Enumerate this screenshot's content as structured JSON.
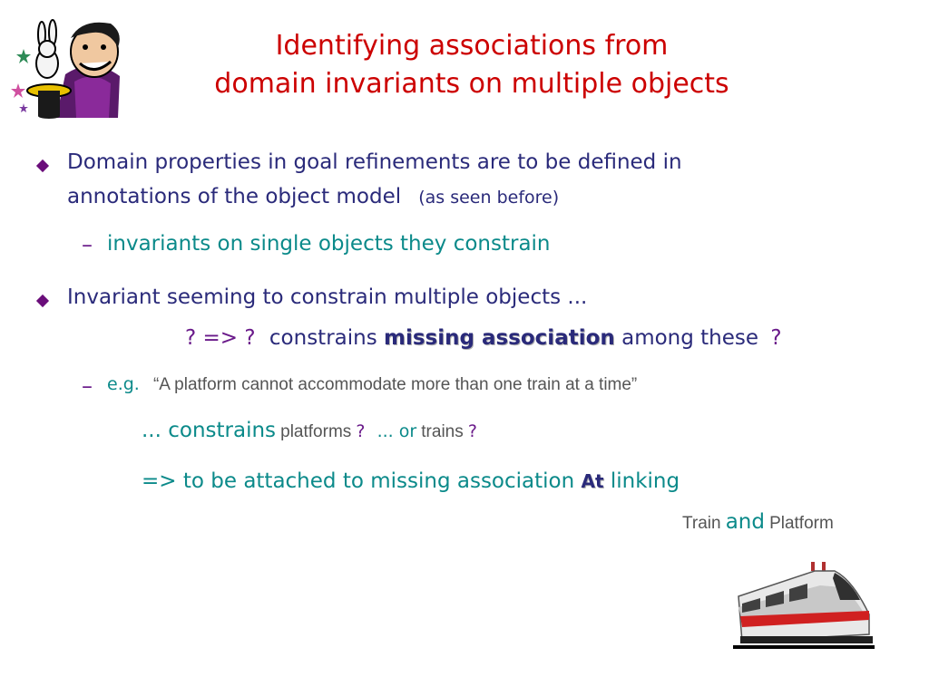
{
  "title": {
    "line1": "Identifying associations from",
    "line2": "domain invariants on multiple objects"
  },
  "bullet1": {
    "line1": "Domain properties in goal refinements are to be defined in",
    "line2": "annotations of the object model",
    "note": "(as seen before)",
    "sub": "invariants on single objects they constrain"
  },
  "bullet2": {
    "line1": "Invariant seeming to constrain multiple objects ...",
    "q_arrow": "? => ?",
    "constrains": "constrains",
    "missing_assoc": "missing association",
    "among": "among these",
    "q_end": "?",
    "eg_label": "e.g.",
    "eg_text": "“A platform cannot accommodate more than one train at a time”",
    "constrains_prefix": "... constrains",
    "platforms": "platforms",
    "q1": "?",
    "or": "... or",
    "trains": "trains",
    "q2": "?",
    "attach_prefix": "=>  to be attached to missing association",
    "at": "At",
    "linking": "linking",
    "train": "Train",
    "and": "and",
    "platform": "Platform"
  },
  "icons": {
    "magician": "magician-with-rabbit-icon",
    "train": "train-icon"
  }
}
